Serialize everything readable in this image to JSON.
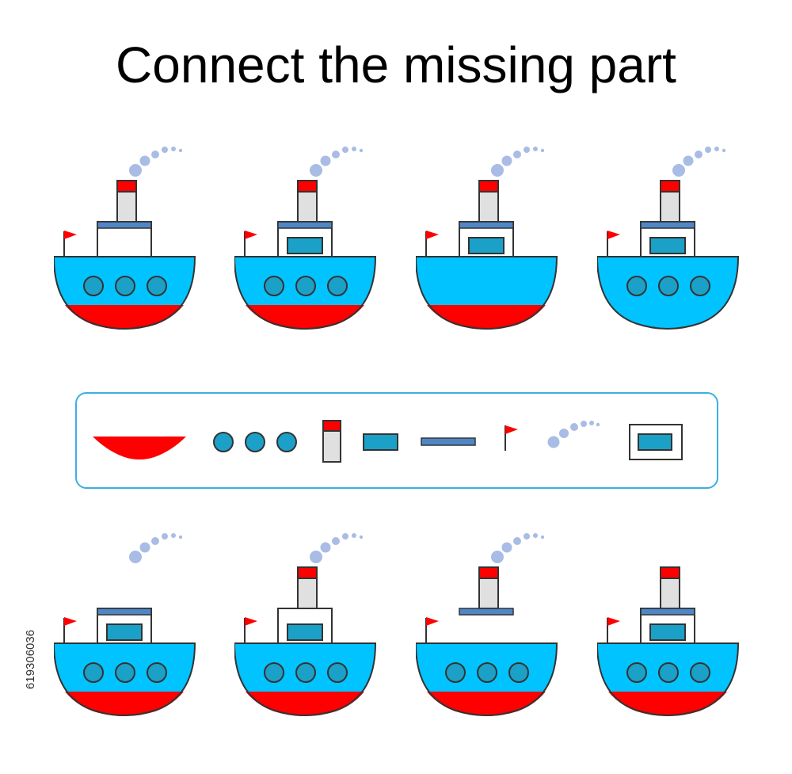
{
  "title": "Connect the missing part",
  "stock_id": "619306036",
  "colors": {
    "hull_blue": "#00c3ff",
    "hull_red": "#ff0000",
    "window_blue": "#1ba0c8",
    "stripe_blue": "#4f86c6",
    "smoke": "#a9bce5",
    "chimney_gray": "#e0e0e0",
    "outline": "#333333",
    "box_border": "#3ab0e0"
  },
  "top_row_ships": [
    {
      "missing": "cabin-window"
    },
    {
      "missing": "none"
    },
    {
      "missing": "portholes"
    },
    {
      "missing": "red-hull"
    }
  ],
  "bottom_row_ships": [
    {
      "missing": "chimney"
    },
    {
      "missing": "cabin-roof-stripe"
    },
    {
      "missing": "cabin"
    },
    {
      "missing": "smoke"
    }
  ],
  "parts": [
    {
      "name": "red-hull"
    },
    {
      "name": "portholes"
    },
    {
      "name": "chimney"
    },
    {
      "name": "window"
    },
    {
      "name": "roof-stripe"
    },
    {
      "name": "flag"
    },
    {
      "name": "smoke"
    },
    {
      "name": "cabin-with-window"
    }
  ]
}
